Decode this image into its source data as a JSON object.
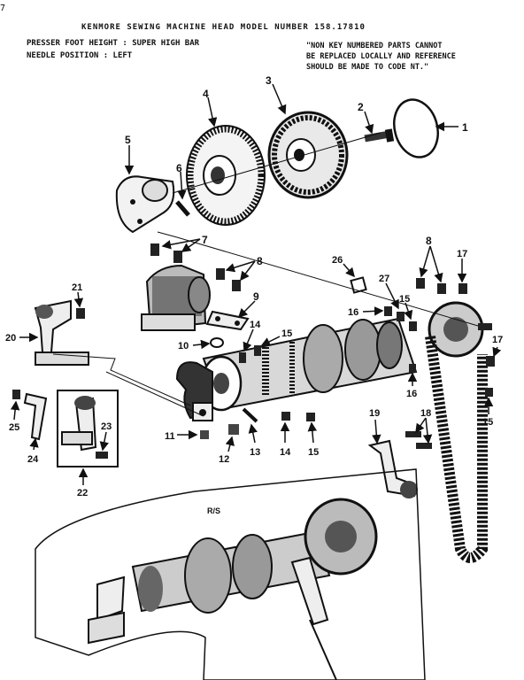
{
  "header": {
    "corner_mark": "7",
    "title": "KENMORE SEWING MACHINE HEAD  MODEL NUMBER 158.17810",
    "spec_line_1": "PRESSER FOOT HEIGHT : SUPER HIGH BAR",
    "spec_line_2": "NEEDLE POSITION : LEFT",
    "note_lines": [
      "\"NON KEY NUMBERED PARTS CANNOT",
      "BE REPLACED LOCALLY AND REFERENCE",
      "SHOULD BE MADE TO CODE NT.\""
    ]
  },
  "inset_label": "R/S",
  "callouts": [
    "1",
    "2",
    "3",
    "4",
    "5",
    "6",
    "7",
    "8",
    "9",
    "10",
    "11",
    "12",
    "13",
    "14",
    "15",
    "16",
    "17",
    "18",
    "19",
    "20",
    "21",
    "22",
    "23",
    "24",
    "25",
    "26",
    "27"
  ],
  "callout_labels": {
    "c1": "1",
    "c2": "2",
    "c3": "3",
    "c4": "4",
    "c5": "5",
    "c6": "6",
    "c7": "7",
    "c8a": "8",
    "c9": "9",
    "c10": "10",
    "c14a": "14",
    "c15a": "15",
    "c26": "26",
    "c27": "27",
    "c15b": "15",
    "c16": "16",
    "c8b": "8",
    "c17a": "17",
    "c17b": "17",
    "c16b": "16",
    "c15c": "15",
    "c21": "21",
    "c20": "20",
    "c25": "25",
    "c24": "24",
    "c23": "23",
    "c22": "22",
    "c11": "11",
    "c12": "12",
    "c13": "13",
    "c14b": "14",
    "c15d": "15",
    "c19": "19",
    "c18": "18"
  }
}
